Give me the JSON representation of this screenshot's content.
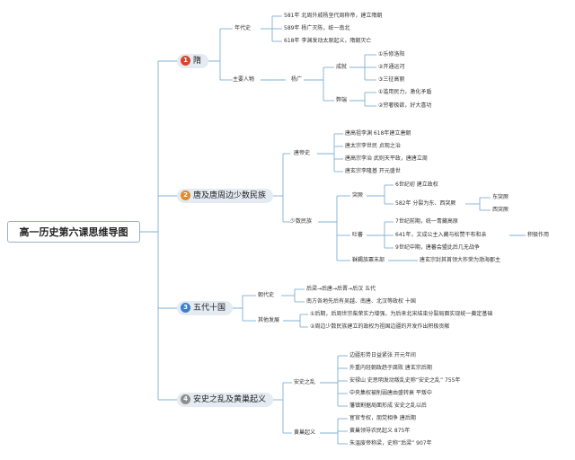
{
  "root": "高一历史第六课思维导图",
  "branches": [
    {
      "num": "1",
      "title": "隋",
      "color": "#d9452b",
      "groups": [
        {
          "label": "年代史",
          "items": [
            "581年 北周外戚杨坚代周称帝，建立隋朝",
            "589年 杨广灭陈，统一南北",
            "618年 李渊发动太原起义，隋朝灭亡"
          ]
        },
        {
          "label": "主要人物",
          "sub": "杨广",
          "subgroups": [
            {
              "label": "成就",
              "items": [
                "①乐修洛阳",
                "②开通运河",
                "③三征高丽"
              ]
            },
            {
              "label": "弊端",
              "items": [
                "①滥用民力，激化矛盾",
                "②穷奢极欲，好大喜功"
              ]
            }
          ]
        }
      ]
    },
    {
      "num": "2",
      "title": "唐及唐周边少数民族",
      "color": "#e28b2b",
      "groups": [
        {
          "label": "唐帝史",
          "items": [
            "唐高祖李渊 618年建立唐朝",
            "唐太宗李世民 贞观之治",
            "唐高宗李治 武则天平政，唐唐立周",
            "唐玄宗李隆基 开元盛世"
          ]
        },
        {
          "label": "少数民族",
          "subgroups": [
            {
              "label": "突厥",
              "items": [
                "6世纪初 建立政权",
                "582年 分裂为东、西突厥"
              ],
              "leaf": [
                "东突厥",
                "西突厥"
              ]
            },
            {
              "label": "吐蕃",
              "items": [
                "7世纪前期，统一青藏高原",
                "641年，文成公主入藏与松赞干布和亲",
                "9世纪中期，唐蕃会盟此后几无战争"
              ],
              "note": "积极作用"
            },
            {
              "label": "靺鞨族粟末部",
              "items": [
                "唐玄宗封其首领大祚荣为渤海郡主"
              ]
            }
          ]
        }
      ]
    },
    {
      "num": "3",
      "title": "五代十国",
      "color": "#3a7fd1",
      "groups": [
        {
          "label": "朝代史",
          "items": [
            "后梁→后唐→后晋→后汉 五代",
            "南方各地先后有吴越、南唐、北汉等政权 十国"
          ]
        },
        {
          "label": "其他发展",
          "items": [
            "①后期，后周世宗柴荣实力增强，为后来北宋结束分裂局面实现统一奠定基础",
            "②周边少数民族建立的政权为祖国边疆的开发作出积极贡献"
          ]
        }
      ]
    },
    {
      "num": "4",
      "title": "安史之乱及黄巢起义",
      "color": "#8e8e8e",
      "groups": [
        {
          "label": "安史之乱",
          "items": [
            "边疆形势日益紧张 开元年间",
            "外重内轻朝政趋于腐败 唐玄宗后期",
            "安禄山 史思明发动叛乱史称“安史之乱” 755年",
            "中央集权被削弱唐由盛转衰 平叛中",
            "藩镇割据局面形成 安史之乱以后"
          ]
        },
        {
          "label": "黄巢起义",
          "items": [
            "宦官专权，朋党相争 唐后期",
            "黄巢领导农民起义 875年",
            "朱温废帝称梁，史称“后梁” 907年"
          ]
        }
      ]
    }
  ]
}
